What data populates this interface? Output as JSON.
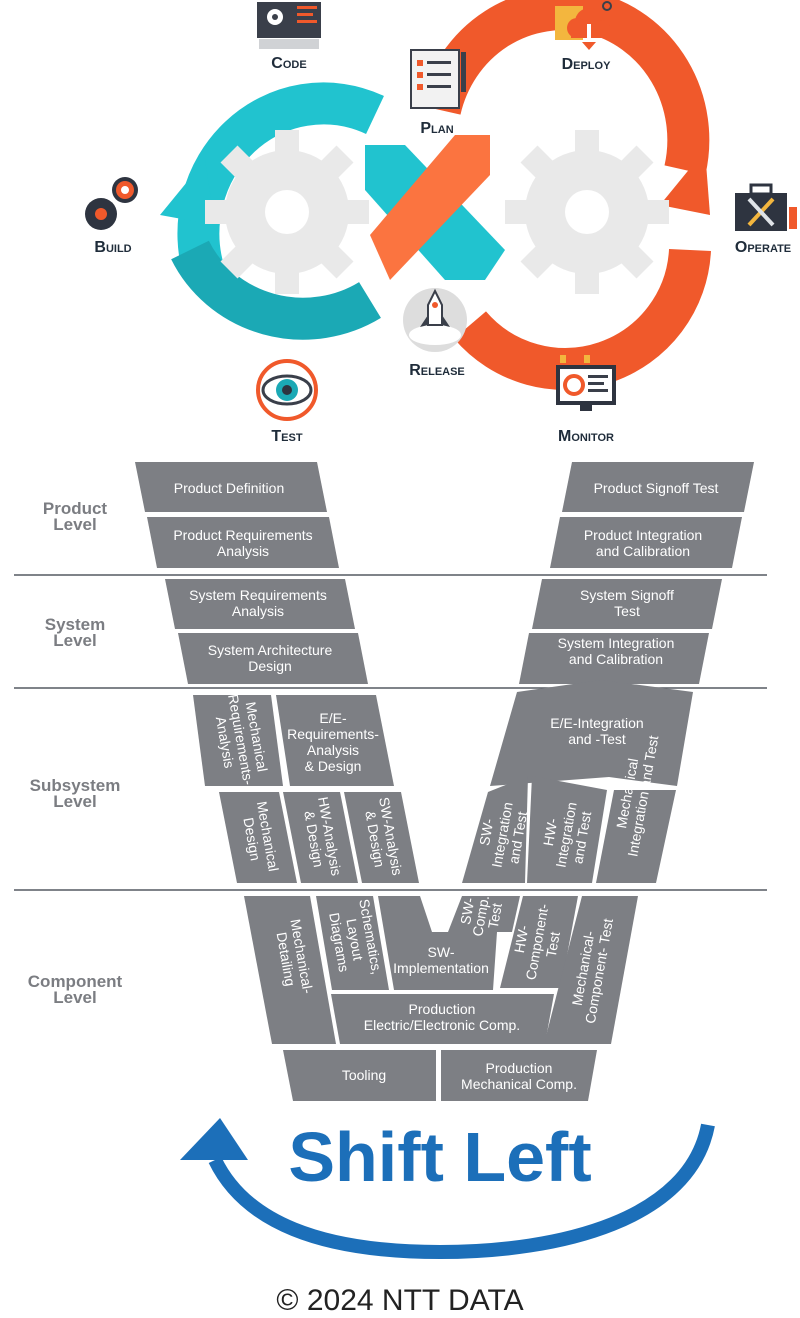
{
  "devops": {
    "stages": [
      {
        "id": "code",
        "label": "Code",
        "icon": "code-editor-icon"
      },
      {
        "id": "plan",
        "label": "Plan",
        "icon": "checklist-document-icon"
      },
      {
        "id": "deploy",
        "label": "Deploy",
        "icon": "cloud-upload-icon"
      },
      {
        "id": "build",
        "label": "Build",
        "icon": "gears-icon"
      },
      {
        "id": "operate",
        "label": "Operate",
        "icon": "toolbox-icon"
      },
      {
        "id": "release",
        "label": "Release",
        "icon": "rocket-icon"
      },
      {
        "id": "test",
        "label": "Test",
        "icon": "eye-target-icon"
      },
      {
        "id": "monitor",
        "label": "Monitor",
        "icon": "monitor-dashboard-icon"
      }
    ],
    "colors": {
      "teal": "#21c3cf",
      "teal_dark": "#1ba9b5",
      "orange": "#f0592b",
      "orange_light": "#fb7440"
    }
  },
  "levels": [
    {
      "line1": "Product",
      "line2": "Level"
    },
    {
      "line1": "System",
      "line2": "Level"
    },
    {
      "line1": "Subsystem",
      "line2": "Level"
    },
    {
      "line1": "Component",
      "line2": "Level"
    }
  ],
  "vmodel": {
    "product_definition": [
      "Product Definition"
    ],
    "product_requirements": [
      "Product Requirements",
      "Analysis"
    ],
    "product_signoff": [
      "Product Signoff Test"
    ],
    "product_integration": [
      "Product Integration",
      "and Calibration"
    ],
    "system_requirements": [
      "System Requirements",
      "Analysis"
    ],
    "system_architecture": [
      "System Architecture",
      "Design"
    ],
    "system_signoff": [
      "System Signoff",
      "Test"
    ],
    "system_integration": [
      "System Integration",
      "and Calibration"
    ],
    "mech_requirements": [
      "Mechanical",
      "Requirements-",
      "Analysis"
    ],
    "ee_requirements": [
      "E/E-",
      "Requirements-",
      "Analysis",
      "& Design"
    ],
    "mech_design": [
      "Mechanical",
      "Design"
    ],
    "hw_analysis": [
      "HW-Analysis",
      "& Design"
    ],
    "sw_analysis": [
      "SW-Analysis",
      "& Design"
    ],
    "ee_integration": [
      "E/E-Integration",
      "and -Test"
    ],
    "sw_integration": [
      "SW-",
      "Integration",
      "and Test"
    ],
    "hw_integration": [
      "HW-",
      "Integration",
      "and Test"
    ],
    "mech_integration": [
      "Mechanical",
      "Integration and Test"
    ],
    "mech_detailing": [
      "Mechanical-",
      "Detailing"
    ],
    "schematics": [
      "Schematics,",
      "Layout",
      "Diagrams"
    ],
    "sw_implementation": [
      "SW-",
      "Implementation"
    ],
    "sw_comp_test": [
      "SW-",
      "Comp.-",
      "Test"
    ],
    "hw_comp_test": [
      "HW-",
      "Component-",
      "Test"
    ],
    "mech_comp_test": [
      "Mechanical-",
      "Component- Test"
    ],
    "production_ee": [
      "Production",
      "Electric/Electronic Comp."
    ],
    "tooling": [
      "Tooling"
    ],
    "production_mech": [
      "Production",
      "Mechanical Comp."
    ]
  },
  "shift_left": {
    "label": "Shift Left",
    "color": "#1c6fb9"
  },
  "copyright": "© 2024 NTT DATA"
}
